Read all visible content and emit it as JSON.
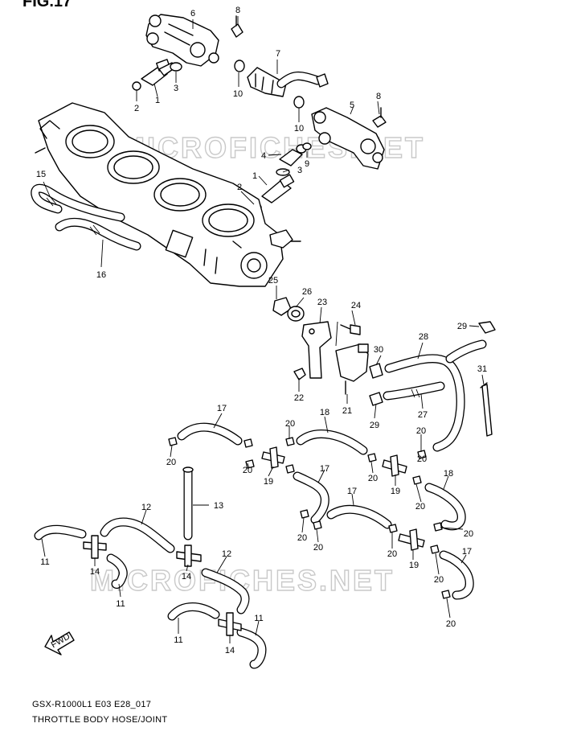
{
  "figure": {
    "label": "FIG.17",
    "model_code": "GSX-R1000L1 E03 E28_017",
    "title": "THROTTLE BODY HOSE/JOINT"
  },
  "watermarks": [
    "MICROFICHES.NET",
    "MICROFICHES.NET"
  ],
  "direction_marker": "FWD",
  "callouts": [
    {
      "id": "c-6",
      "text": "6"
    },
    {
      "id": "c-8a",
      "text": "8"
    },
    {
      "id": "c-7",
      "text": "7"
    },
    {
      "id": "c-2a",
      "text": "2"
    },
    {
      "id": "c-1a",
      "text": "1"
    },
    {
      "id": "c-3a",
      "text": "3"
    },
    {
      "id": "c-10a",
      "text": "10"
    },
    {
      "id": "c-10b",
      "text": "10"
    },
    {
      "id": "c-8b",
      "text": "8"
    },
    {
      "id": "c-5",
      "text": "5"
    },
    {
      "id": "c-4",
      "text": "4"
    },
    {
      "id": "c-9",
      "text": "9"
    },
    {
      "id": "c-3b",
      "text": "3"
    },
    {
      "id": "c-1b",
      "text": "1"
    },
    {
      "id": "c-2b",
      "text": "2"
    },
    {
      "id": "c-15",
      "text": "15"
    },
    {
      "id": "c-16",
      "text": "16"
    },
    {
      "id": "c-25",
      "text": "25"
    },
    {
      "id": "c-26",
      "text": "26"
    },
    {
      "id": "c-23",
      "text": "23"
    },
    {
      "id": "c-24",
      "text": "24"
    },
    {
      "id": "c-28",
      "text": "28"
    },
    {
      "id": "c-29a",
      "text": "29"
    },
    {
      "id": "c-30",
      "text": "30"
    },
    {
      "id": "c-31",
      "text": "31"
    },
    {
      "id": "c-22",
      "text": "22"
    },
    {
      "id": "c-21",
      "text": "21"
    },
    {
      "id": "c-27",
      "text": "27"
    },
    {
      "id": "c-29b",
      "text": "29"
    },
    {
      "id": "c-17a",
      "text": "17"
    },
    {
      "id": "c-18a",
      "text": "18"
    },
    {
      "id": "c-20a",
      "text": "20"
    },
    {
      "id": "c-20b",
      "text": "20"
    },
    {
      "id": "c-20c",
      "text": "20"
    },
    {
      "id": "c-19a",
      "text": "19"
    },
    {
      "id": "c-20d",
      "text": "20"
    },
    {
      "id": "c-17b",
      "text": "17"
    },
    {
      "id": "c-17c",
      "text": "17"
    },
    {
      "id": "c-20e",
      "text": "20"
    },
    {
      "id": "c-20f",
      "text": "20"
    },
    {
      "id": "c-19b",
      "text": "19"
    },
    {
      "id": "c-18b",
      "text": "18"
    },
    {
      "id": "c-20g",
      "text": "20"
    },
    {
      "id": "c-20h",
      "text": "20"
    },
    {
      "id": "c-20i",
      "text": "20"
    },
    {
      "id": "c-20j",
      "text": "20"
    },
    {
      "id": "c-20k",
      "text": "20"
    },
    {
      "id": "c-19c",
      "text": "19"
    },
    {
      "id": "c-17d",
      "text": "17"
    },
    {
      "id": "c-20l",
      "text": "20"
    },
    {
      "id": "c-20m",
      "text": "20"
    },
    {
      "id": "c-12a",
      "text": "12"
    },
    {
      "id": "c-13",
      "text": "13"
    },
    {
      "id": "c-11a",
      "text": "11"
    },
    {
      "id": "c-14a",
      "text": "14"
    },
    {
      "id": "c-11b",
      "text": "11"
    },
    {
      "id": "c-14b",
      "text": "14"
    },
    {
      "id": "c-12b",
      "text": "12"
    },
    {
      "id": "c-11c",
      "text": "11"
    },
    {
      "id": "c-14c",
      "text": "14"
    },
    {
      "id": "c-11d",
      "text": "11"
    }
  ]
}
